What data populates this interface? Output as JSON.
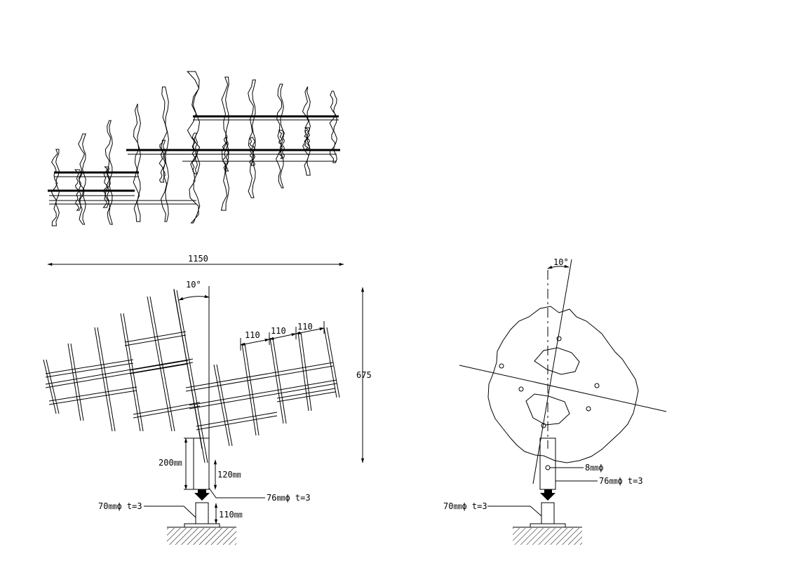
{
  "dimensions": {
    "overall_width": "1150",
    "overall_height": "675",
    "angle_side": "10°",
    "angle_front": "10°",
    "spacing_1": "110",
    "spacing_2": "110",
    "spacing_3": "110",
    "post_height": "200㎜",
    "sleeve_height": "120㎜",
    "base_height": "110㎜"
  },
  "callouts": {
    "side_pipe": "76㎜ϕ t=3",
    "side_base": "70㎜ϕ t=3",
    "front_bolt": "8㎜ϕ",
    "front_pipe": "76㎜ϕ t=3",
    "front_base": "70㎜ϕ t=3"
  }
}
